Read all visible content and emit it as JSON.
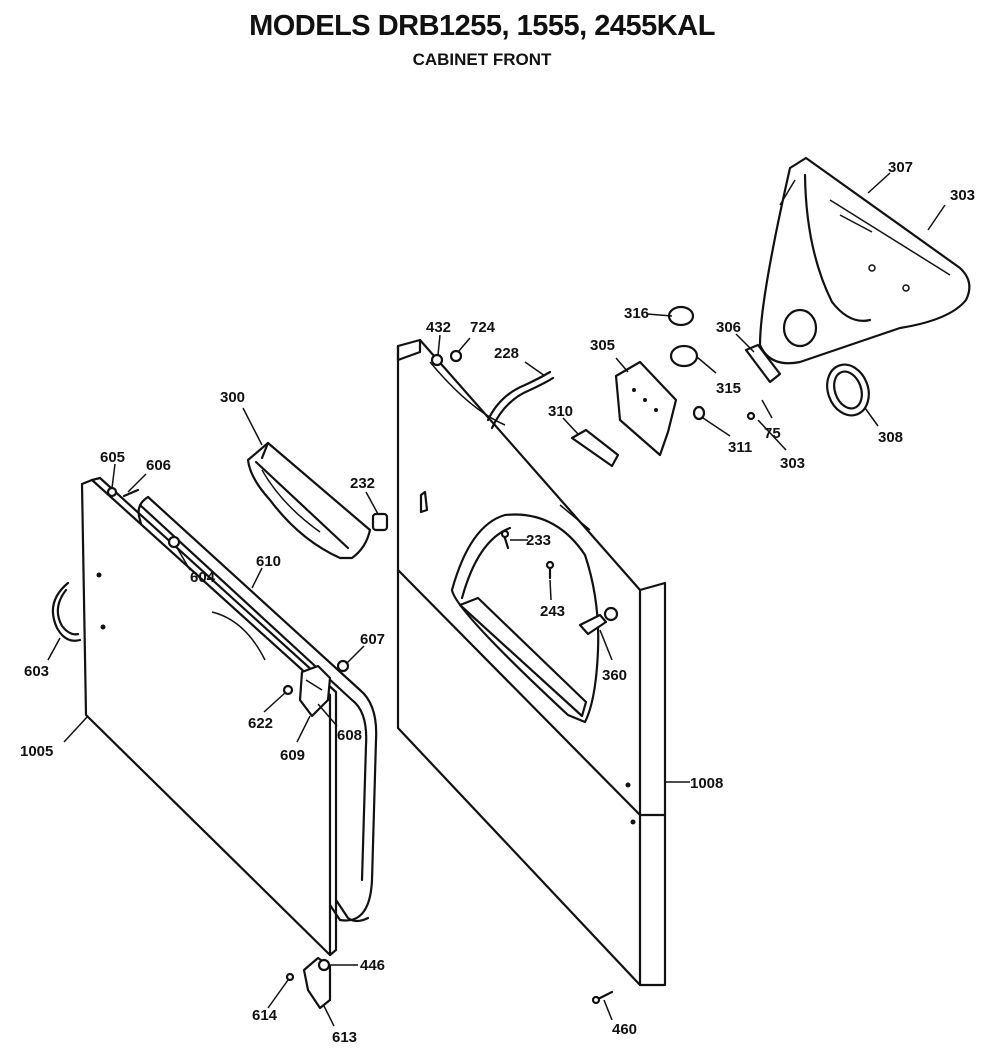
{
  "header": {
    "title": "MODELS DRB1255, 1555, 2455KAL",
    "subtitle": "CABINET FRONT"
  },
  "callouts": [
    "307",
    "303",
    "316",
    "306",
    "305",
    "315",
    "75",
    "311",
    "303",
    "308",
    "432",
    "724",
    "228",
    "310",
    "300",
    "232",
    "605",
    "606",
    "610",
    "604",
    "603",
    "607",
    "622",
    "608",
    "609",
    "1005",
    "233",
    "243",
    "360",
    "1008",
    "446",
    "614",
    "613",
    "460"
  ]
}
